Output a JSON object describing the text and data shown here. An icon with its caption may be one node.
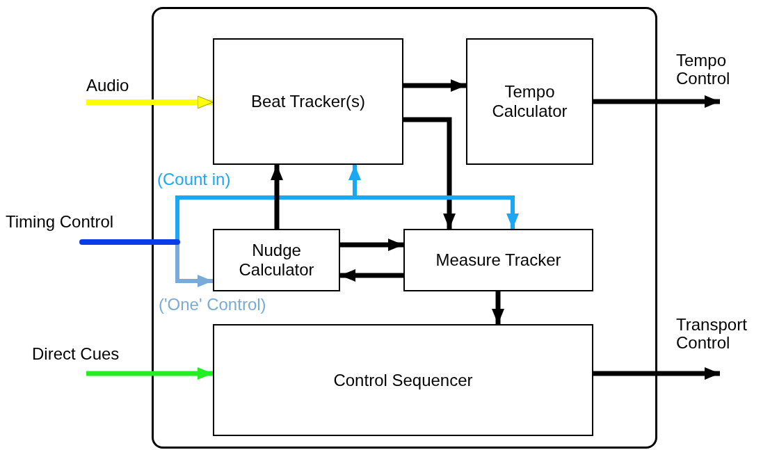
{
  "diagram": {
    "nodes": [
      {
        "text": [
          "Audio"
        ]
      },
      {
        "text": [],
        "shape": "box"
      },
      {
        "text": [
          "Beat Tracker(s)"
        ],
        "in": 1
      },
      {
        "text": [
          "Tempo Calculator"
        ],
        "in": 1
      },
      {
        "text": [
          "Nudge Calculator"
        ],
        "in": 1
      },
      {
        "text": [
          "Measure Tracker"
        ],
        "in": 1
      },
      {
        "text": [
          "Control Sequencer"
        ],
        "in": 1
      },
      {
        "text": [
          "Tempo Control"
        ]
      },
      {
        "text": [
          "Timing Control"
        ]
      },
      {
        "text": [
          "Direct Cues"
        ]
      },
      {
        "text": [
          "Transport Control"
        ]
      }
    ],
    "edges": [
      {
        "from": 0,
        "to": 2,
        "arrow": "to",
        "color": "#ffff00"
      },
      {
        "from": 2,
        "to": 3,
        "arrow": "to"
      },
      {
        "from": 2,
        "to": 5,
        "arrow": "to"
      },
      {
        "from": 3,
        "to": 7,
        "arrow": "to"
      },
      {
        "from": 8,
        "to": 2,
        "arrow": "to",
        "color": "#1aa8f5",
        "label": "(Count in)"
      },
      {
        "from": 8,
        "to": 5,
        "arrow": "to",
        "color": "#1aa8f5"
      },
      {
        "from": 8,
        "to": 4,
        "arrow": "to",
        "color": "#7aaad8",
        "label": "('One' Control)"
      },
      {
        "from": 4,
        "to": 2,
        "arrow": "to"
      },
      {
        "from": 4,
        "to": 5,
        "arrow": "to"
      },
      {
        "from": 5,
        "to": 4,
        "arrow": "to"
      },
      {
        "from": 5,
        "to": 6,
        "arrow": "to"
      },
      {
        "from": 9,
        "to": 6,
        "arrow": "to",
        "color": "#22ee22"
      },
      {
        "from": 6,
        "to": 10,
        "arrow": "to"
      }
    ]
  }
}
